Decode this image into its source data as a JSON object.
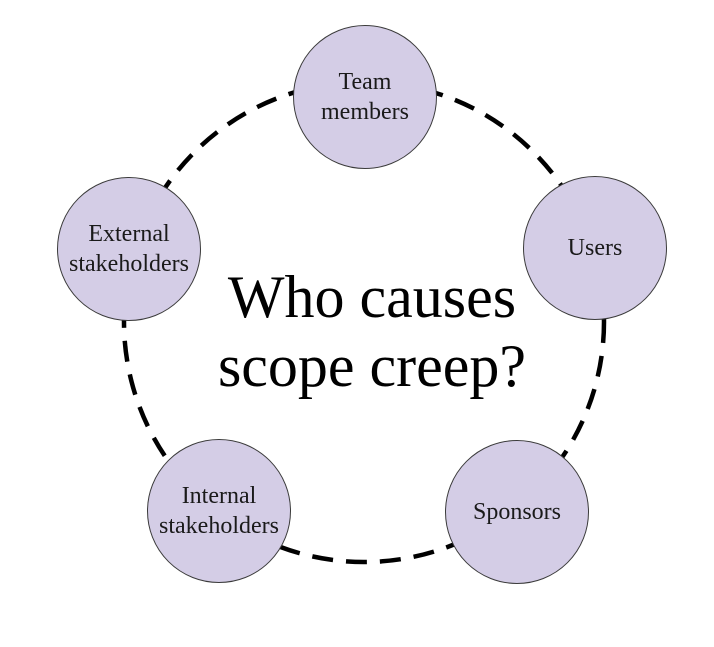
{
  "title": {
    "text": "Who causes scope creep?"
  },
  "nodes": [
    {
      "id": "team-members",
      "label": "Team members"
    },
    {
      "id": "users",
      "label": "Users"
    },
    {
      "id": "sponsors",
      "label": "Sponsors"
    },
    {
      "id": "internal-stakeholders",
      "label": "Internal stakeholders"
    },
    {
      "id": "external-stakeholders",
      "label": "External stakeholders"
    }
  ],
  "colors": {
    "background": "#ffffff",
    "node_fill": "#d4cde6",
    "node_border": "#3b3b3b",
    "connector": "#000000",
    "title_text": "#000000",
    "label_text": "#1a1a1a"
  }
}
